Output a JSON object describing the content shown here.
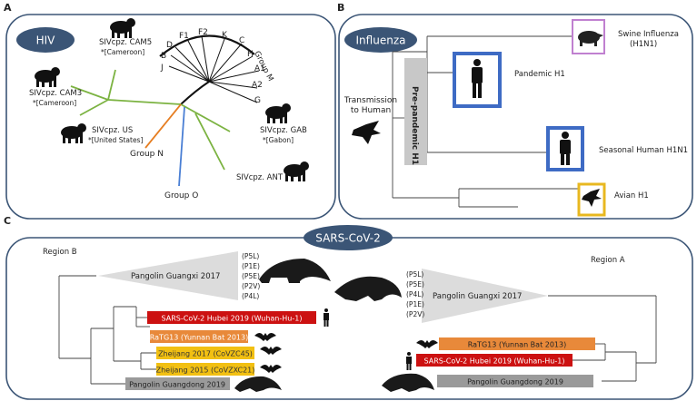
{
  "panels": {
    "a": {
      "letter": "A",
      "title": "HIV",
      "labels": {
        "group_m": "Group M",
        "group_n": "Group N",
        "group_o": "Group O",
        "subtypes": [
          "D",
          "F1",
          "F2",
          "K",
          "C",
          "H",
          "A1",
          "A2",
          "G",
          "B",
          "J"
        ]
      },
      "species": [
        {
          "name": "SIVcpz. CAM5",
          "country": "*[Cameroon]"
        },
        {
          "name": "SIVcpz. CAM3",
          "country": "*[Cameroon]"
        },
        {
          "name": "SIVcpz. US",
          "country": "*[United States]"
        },
        {
          "name": "SIVcpz. GAB",
          "country": "*[Gabon]"
        },
        {
          "name": "SIVcpz. ANT",
          "country": ""
        }
      ],
      "colors": {
        "green": "#7cb342",
        "orange": "#e67e22",
        "blue": "#4a7fd4",
        "badge": "#3b5576"
      }
    },
    "b": {
      "letter": "B",
      "title": "Influenza",
      "transmission": [
        "Transmission",
        "to Human"
      ],
      "pre_pandemic": "Pre-pandemic H1",
      "taxa": [
        {
          "name": "Swine Influenza",
          "sub": "(H1N1)",
          "box_color": "#c080d0"
        },
        {
          "name": "Pandemic H1",
          "sub": "",
          "box_color": "#3e6bc4"
        },
        {
          "name": "Seasonal Human H1N1",
          "sub": "",
          "box_color": "#3e6bc4"
        },
        {
          "name": "Avian H1",
          "sub": "",
          "box_color": "#e8b820"
        }
      ]
    },
    "c": {
      "letter": "C",
      "title": "SARS-CoV-2",
      "region_b": "Region B",
      "region_a": "Region A",
      "left": {
        "pangolin_guangxi": "Pangolin Guangxi 2017",
        "strains": [
          "(P5L)",
          "(P1E)",
          "(P5E)",
          "(P2V)",
          "(P4L)"
        ],
        "taxa": [
          {
            "label": "SARS-CoV-2 Hubei 2019 (Wuhan-Hu-1)",
            "color": "#cc1111",
            "text": "#ffffff"
          },
          {
            "label": "RaTG13 (Yunnan Bat 2013)",
            "color": "#e8893a",
            "text": "#ffffff"
          },
          {
            "label": "Zheijang 2017 (CoVZC45)",
            "color": "#f2c012",
            "text": "#333333"
          },
          {
            "label": "Zheijang 2015 (CoVZXC21)",
            "color": "#f2c012",
            "text": "#333333"
          },
          {
            "label": "Pangolin Guangdong 2019",
            "color": "#9a9a9a",
            "text": "#222222"
          }
        ]
      },
      "right": {
        "pangolin_guangxi": "Pangolin Guangxi 2017",
        "strains": [
          "(P5L)",
          "(P5E)",
          "(P4L)",
          "(P1E)",
          "(P2V)"
        ],
        "taxa": [
          {
            "label": "RaTG13 (Yunnan Bat 2013)",
            "color": "#e8893a",
            "text": "#222222"
          },
          {
            "label": "SARS-CoV-2 Hubei 2019 (Wuhan-Hu-1)",
            "color": "#cc1111",
            "text": "#ffffff"
          },
          {
            "label": "Pangolin Guangdong 2019",
            "color": "#9a9a9a",
            "text": "#222222"
          }
        ]
      }
    }
  }
}
